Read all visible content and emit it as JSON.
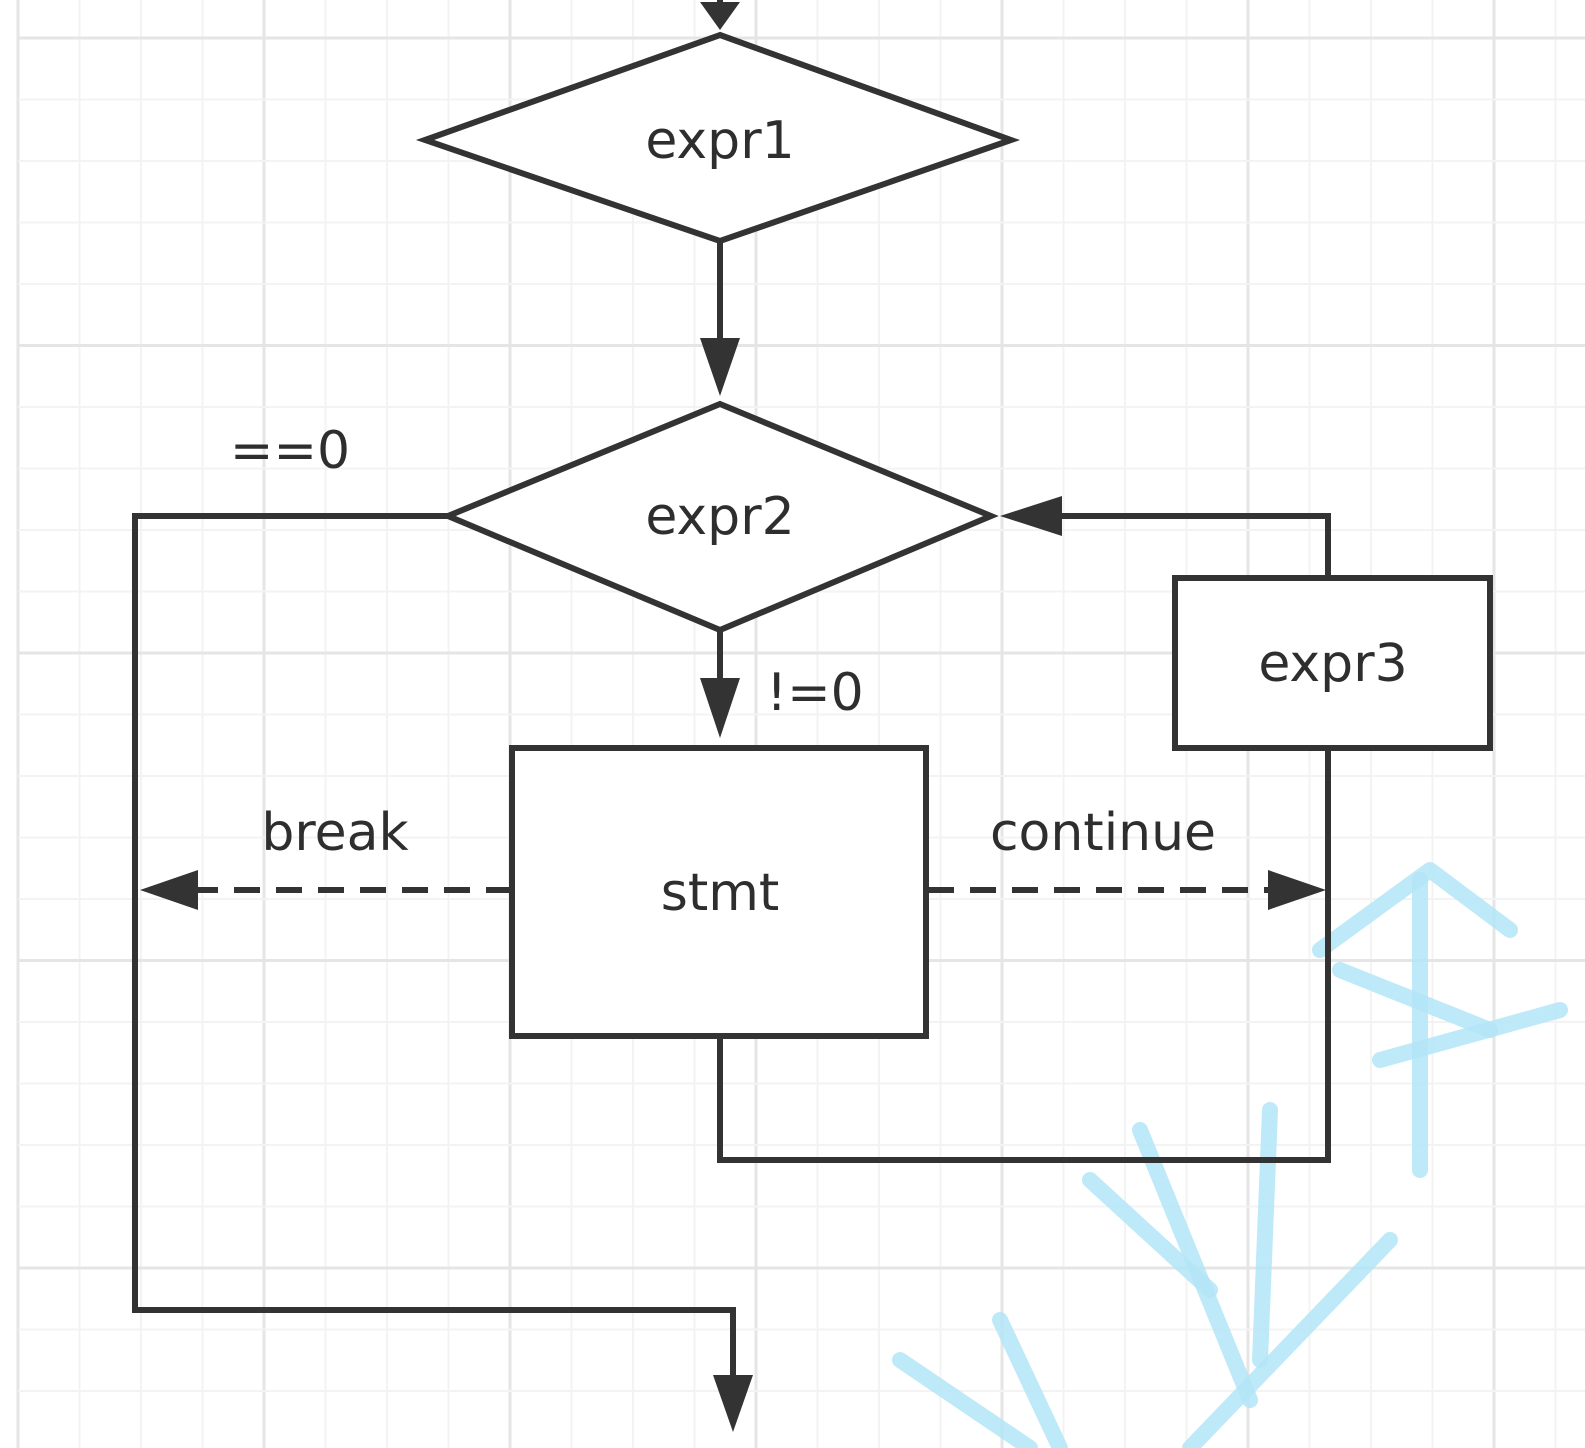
{
  "nodes": {
    "expr1": "expr1",
    "expr2": "expr2",
    "expr3": "expr3",
    "stmt": "stmt"
  },
  "edge_labels": {
    "false_branch": "==0",
    "true_branch": "!=0",
    "break": "break",
    "continue": "continue"
  },
  "colors": {
    "stroke": "#333333",
    "grid": "#e5e5e5",
    "watermark": "#b3e5f7"
  }
}
